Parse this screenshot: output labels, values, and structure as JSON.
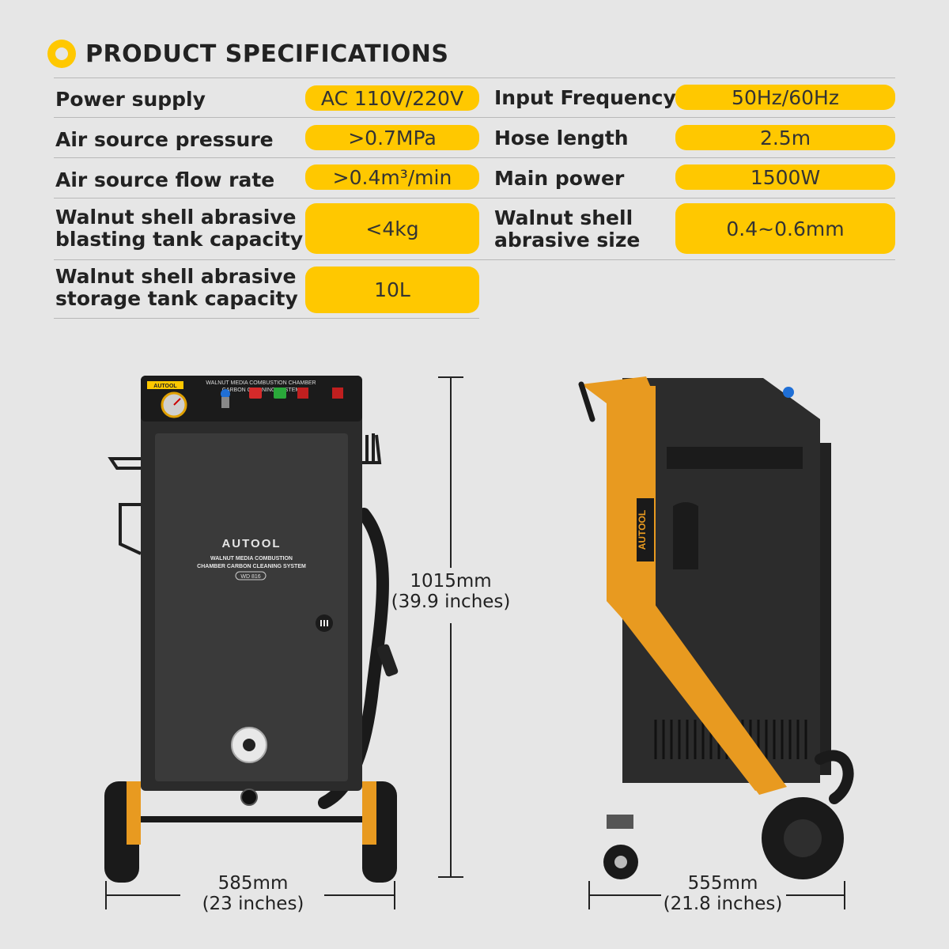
{
  "header": {
    "title": "PRODUCT SPECIFICATIONS",
    "icon": "circle-bullet-icon",
    "accent_color": "#ffc800"
  },
  "specs": {
    "row1": {
      "label_a": "Power supply",
      "value_a": "AC 110V/220V",
      "label_b": "Input Frequency",
      "value_b": "50Hz/60Hz"
    },
    "row2": {
      "label_a": "Air source pressure",
      "value_a": ">0.7MPa",
      "label_b": "Hose length",
      "value_b": "2.5m"
    },
    "row3": {
      "label_a": "Air source flow rate",
      "value_a": ">0.4m³/min",
      "label_b": "Main power",
      "value_b": "1500W"
    },
    "row4": {
      "label_a_1": "Walnut shell abrasive",
      "label_a_2": "blasting tank capacity",
      "value_a": "<4kg",
      "label_b_1": "Walnut shell",
      "label_b_2": "abrasive size",
      "value_b": "0.4~0.6mm"
    },
    "row5": {
      "label_a_1": "Walnut shell abrasive",
      "label_a_2": "storage tank capacity",
      "value_a": "10L"
    }
  },
  "front_machine": {
    "brand_logo": "AUTOOL",
    "panel_text_1": "WALNUT MEDIA COMBUSTION",
    "panel_text_2": "CHAMBER CARBON CLEANING SYSTEM",
    "model": "WD 816",
    "top_badge": "AUTOOL",
    "top_line_1": "WALNUT MEDIA COMBUSTION CHAMBER",
    "top_line_2": "CARBON CLEANING SYSTEM"
  },
  "side_machine": {
    "brand_logo": "AUTOOL"
  },
  "dimensions": {
    "height_mm": "1015mm",
    "height_in": "(39.9 inches)",
    "front_width_mm": "585mm",
    "front_width_in": "(23 inches)",
    "side_width_mm": "555mm",
    "side_width_in": "(21.8 inches)"
  }
}
